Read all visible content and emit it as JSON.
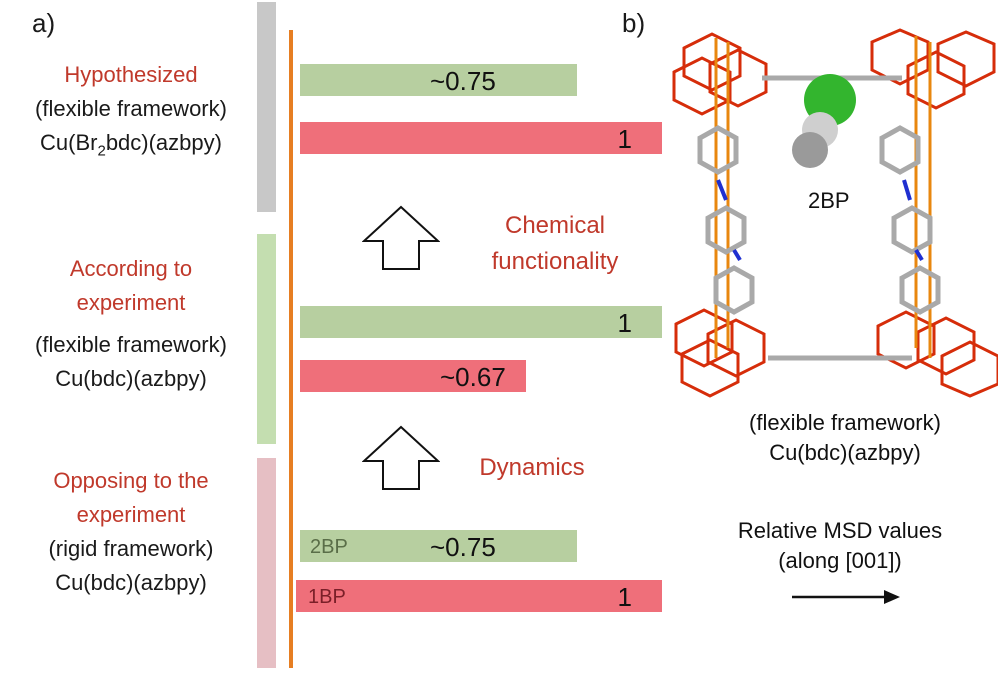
{
  "panel_a": {
    "label": "a)",
    "groups": [
      {
        "heading": "Hypothesized",
        "lines": [
          "(flexible framework)",
          "Cu(Br",
          "2",
          "bdc)(azbpy)"
        ],
        "band_color": "#c8c8c8"
      },
      {
        "heading_lines": [
          "According to",
          "experiment"
        ],
        "lines": [
          "(flexible framework)",
          "Cu(bdc)(azbpy)"
        ],
        "band_color": "#c4deb0"
      },
      {
        "heading_lines": [
          "Opposing to the",
          "experiment"
        ],
        "lines": [
          "(rigid framework)",
          "Cu(bdc)(azbpy)"
        ],
        "band_color": "#e6bfc4"
      }
    ],
    "bars": [
      {
        "value": "~0.75",
        "fraction": 0.75,
        "color": "#b7cfa0"
      },
      {
        "value": "1",
        "fraction": 1.0,
        "color": "#ef6f7a"
      },
      {
        "value": "1",
        "fraction": 1.0,
        "color": "#b7cfa0"
      },
      {
        "value": "~0.67",
        "fraction": 0.67,
        "color": "#ef6f7a"
      },
      {
        "value": "~0.75",
        "fraction": 0.75,
        "color": "#b7cfa0",
        "tag": "2BP"
      },
      {
        "value": "1",
        "fraction": 1.0,
        "color": "#ef6f7a",
        "tag": "1BP"
      }
    ],
    "arrows": [
      {
        "label_lines": [
          "Chemical",
          "functionality"
        ]
      },
      {
        "label_lines": [
          "Dynamics"
        ]
      }
    ],
    "axis_color": "#e67e22"
  },
  "panel_b": {
    "label": "b)",
    "molecule_label": "2BP",
    "caption_lines": [
      "(flexible framework)",
      "Cu(bdc)(azbpy)"
    ],
    "legend_lines": [
      "Relative MSD values",
      "(along [001])"
    ]
  }
}
